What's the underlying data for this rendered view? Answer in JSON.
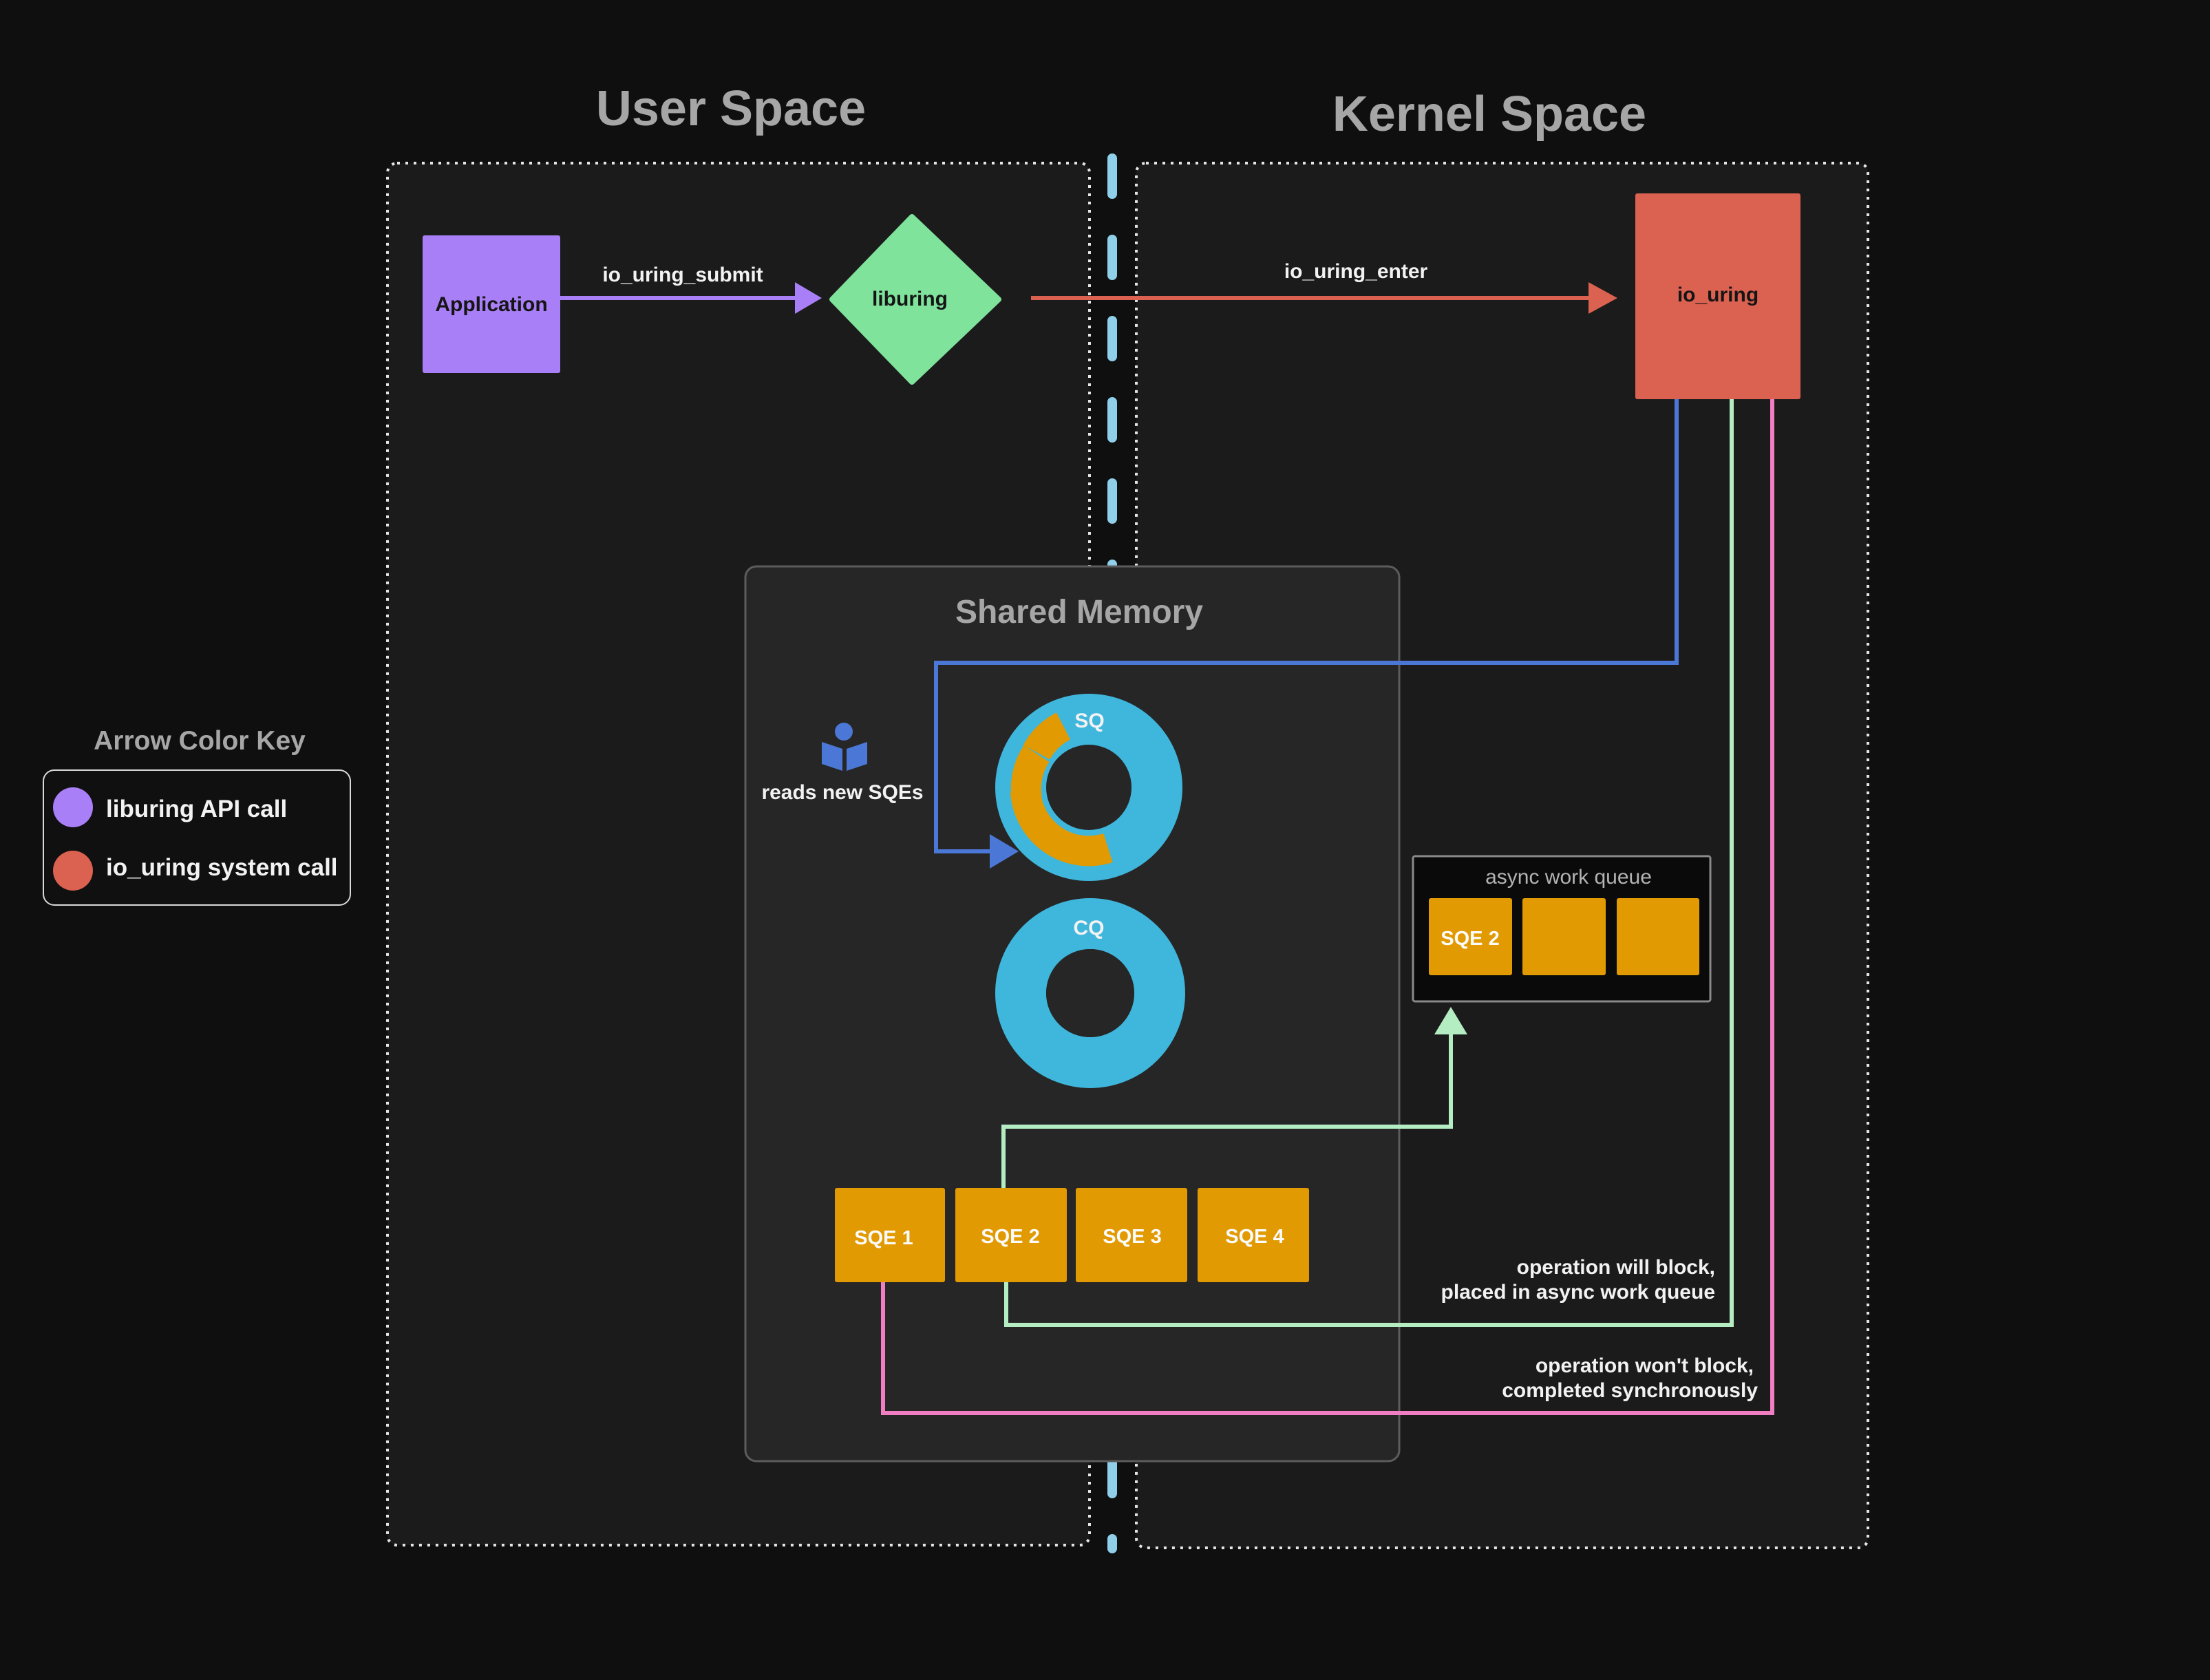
{
  "titles": {
    "user_space": "User Space",
    "kernel_space": "Kernel Space",
    "shared_memory": "Shared Memory"
  },
  "nodes": {
    "application": "Application",
    "liburing": "liburing",
    "io_uring": "io_uring",
    "sq": "SQ",
    "cq": "CQ",
    "reads_new_sqes": "reads new SQEs"
  },
  "arrows": {
    "io_uring_submit": "io_uring_submit",
    "io_uring_enter": "io_uring_enter"
  },
  "sqes": [
    "SQE 1",
    "SQE 2",
    "SQE 3",
    "SQE 4"
  ],
  "async_queue": {
    "title": "async work queue",
    "items": [
      "SQE 2",
      "",
      ""
    ]
  },
  "annotations": {
    "block_line1": "operation will block,",
    "block_line2": "placed in async work queue",
    "noblock_line1": "operation won't block,",
    "noblock_line2": "completed synchronously"
  },
  "legend": {
    "title": "Arrow Color Key",
    "items": [
      {
        "label": "liburing API call",
        "color": "#a97ff7"
      },
      {
        "label": "io_uring system call",
        "color": "#db6150"
      }
    ]
  },
  "colors": {
    "application": "#a97ff7",
    "liburing": "#7fe39c",
    "io_uring": "#db6150",
    "ring": "#3fb6dc",
    "sqe": "#e19a02",
    "blue_arrow": "#4b78d6",
    "green_arrow": "#b5edc3",
    "pink_arrow": "#f17ec2",
    "divider": "#8fcfea"
  }
}
